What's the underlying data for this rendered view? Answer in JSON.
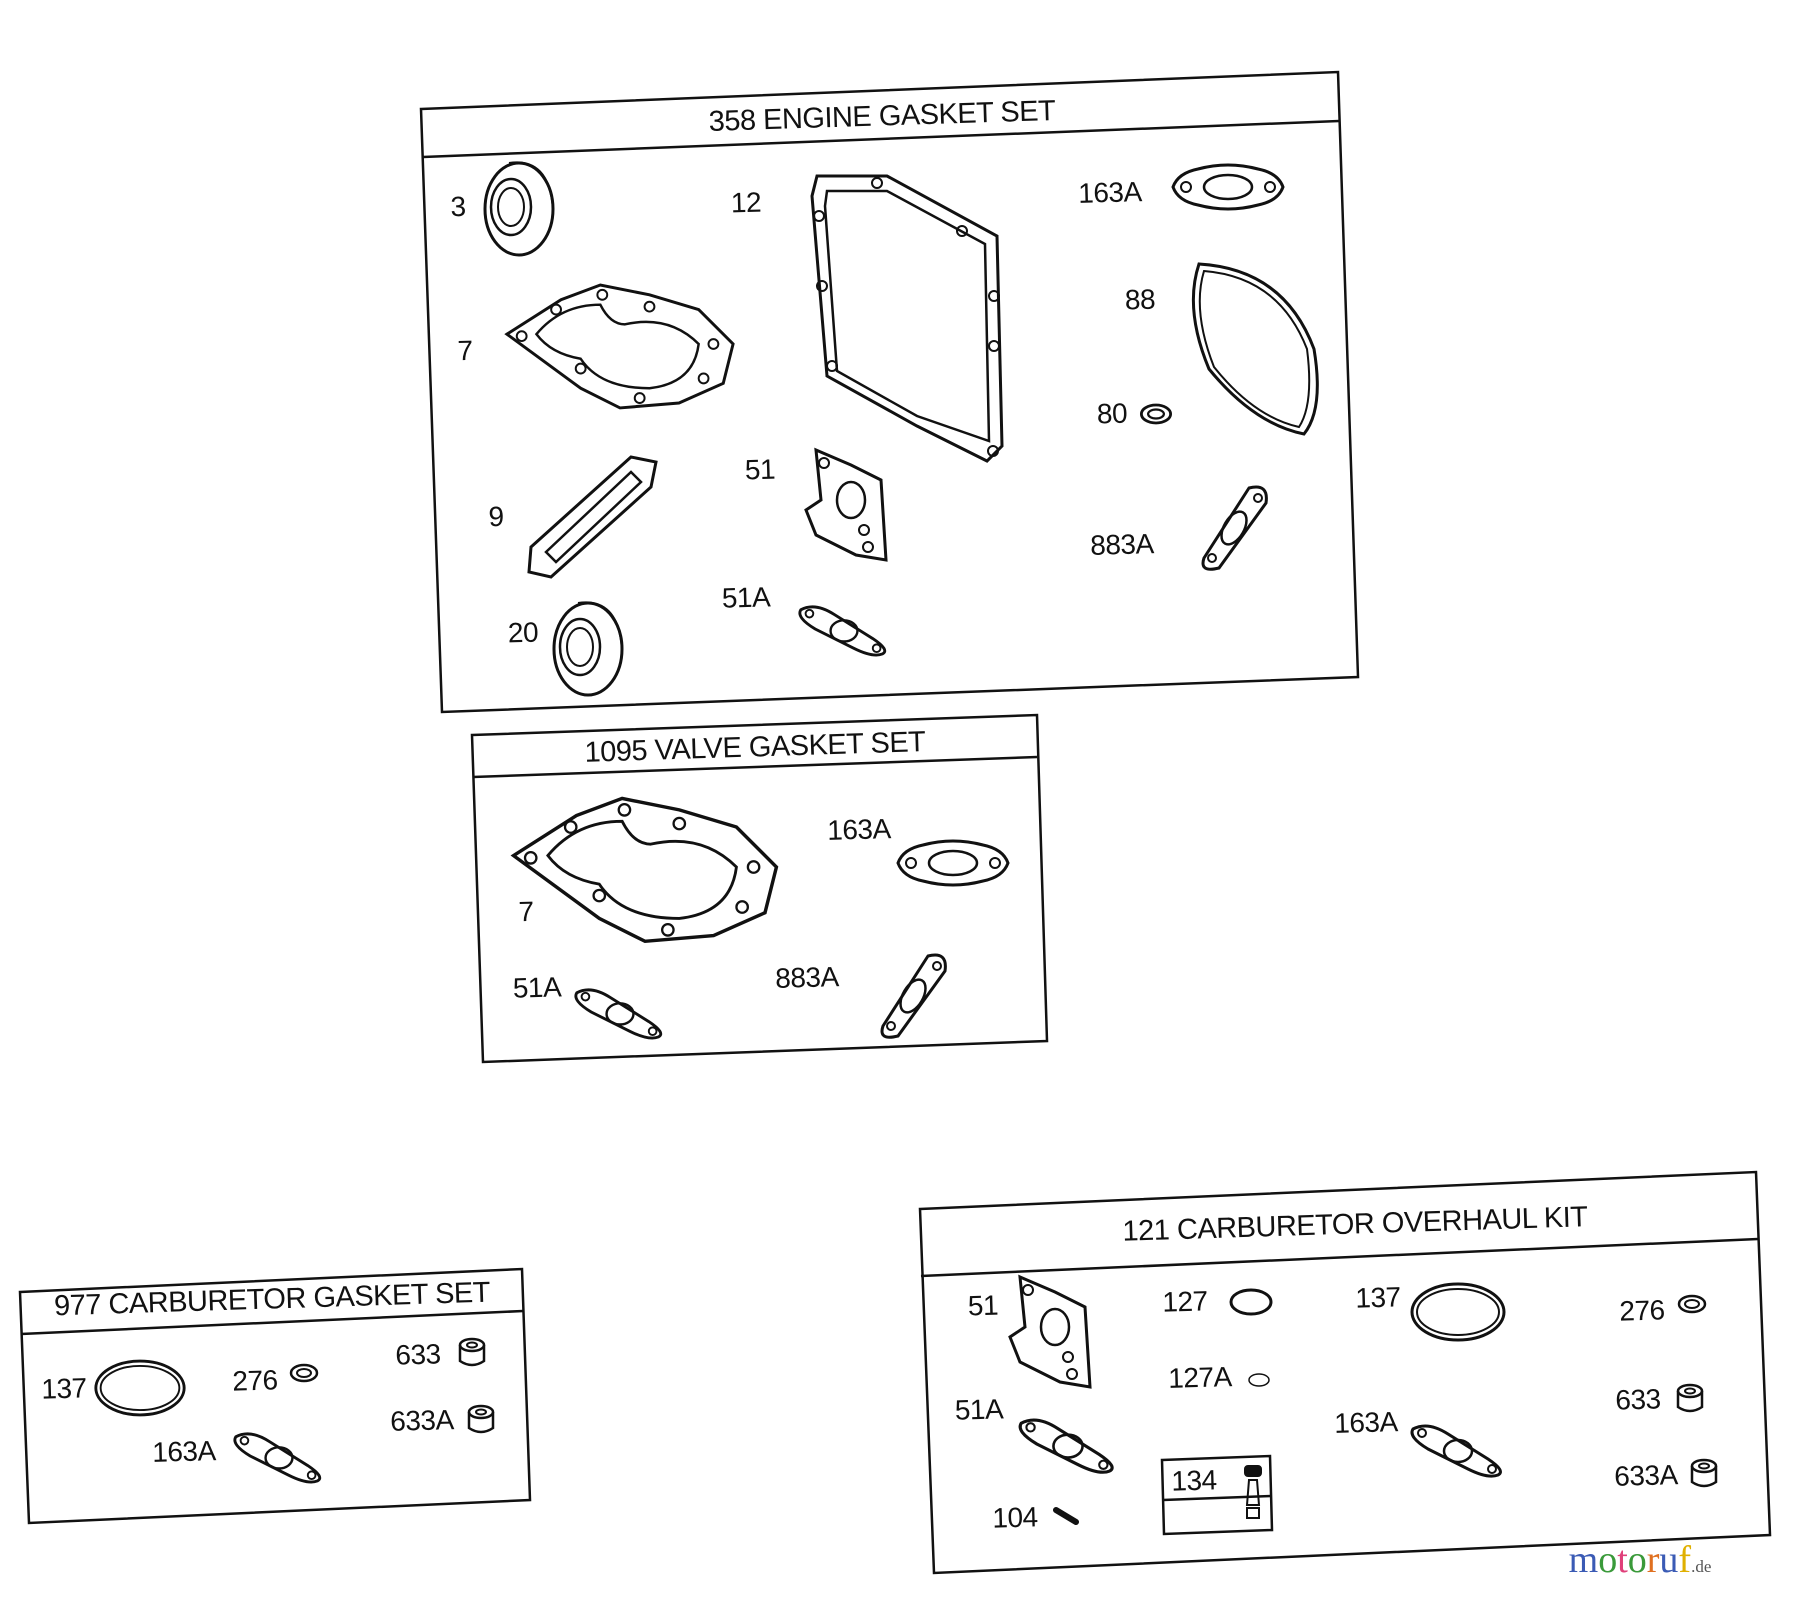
{
  "engine_set": {
    "title": "358 ENGINE GASKET SET",
    "labels": {
      "p3": "3",
      "p12": "12",
      "p163a": "163A",
      "p88": "88",
      "p7": "7",
      "p80": "80",
      "p51": "51",
      "p9": "9",
      "p883a": "883A",
      "p51a": "51A",
      "p20": "20"
    }
  },
  "valve_set": {
    "title": "1095 VALVE GASKET SET",
    "labels": {
      "p163a": "163A",
      "p7": "7",
      "p51a": "51A",
      "p883a": "883A"
    }
  },
  "carb_gasket_set": {
    "title": "977 CARBURETOR GASKET SET",
    "labels": {
      "p137": "137",
      "p276": "276",
      "p633": "633",
      "p163a": "163A",
      "p633a": "633A"
    }
  },
  "carb_overhaul_kit": {
    "title": "121 CARBURETOR OVERHAUL KIT",
    "labels": {
      "p51": "51",
      "p127": "127",
      "p137": "137",
      "p276": "276",
      "p127a": "127A",
      "p51a": "51A",
      "p163a": "163A",
      "p633": "633",
      "p633a": "633A",
      "p104": "104",
      "p134": "134"
    }
  },
  "watermark": {
    "brand": "motoruf",
    "tld": ".de",
    "colors": [
      "#3b5bb5",
      "#3a9a3a",
      "#e0407a",
      "#3a9a3a",
      "#e07020",
      "#3b5bb5",
      "#e0b000"
    ]
  }
}
